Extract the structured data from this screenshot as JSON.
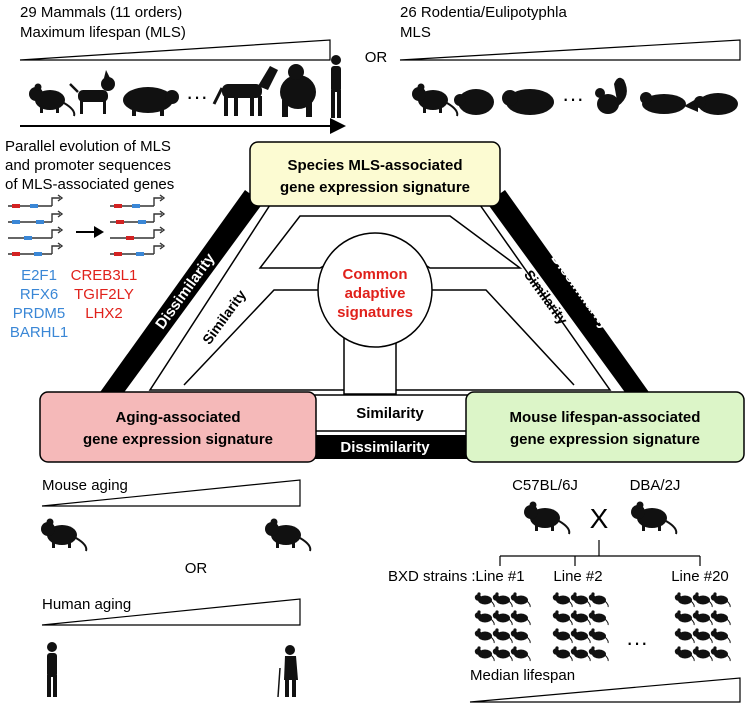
{
  "top_left": {
    "line1": "29 Mammals (11 orders)",
    "line2": "Maximum lifespan (MLS)",
    "ellipsis": "···"
  },
  "or_top": "OR",
  "top_right": {
    "line1": "26 Rodentia/Eulipotyphla",
    "line2": "MLS",
    "ellipsis": "···"
  },
  "parallel": {
    "line1": "Parallel evolution of MLS",
    "line2": "and promoter sequences",
    "line3": "of MLS-associated genes"
  },
  "genes_blue": [
    "E2F1",
    "RFX6",
    "PRDM5",
    "BARHL1"
  ],
  "genes_red": [
    "CREB3L1",
    "TGIF2LY",
    "LHX2"
  ],
  "species_box": {
    "line1": "Species MLS-associated",
    "line2": "gene expression signature"
  },
  "aging_box": {
    "line1": "Aging-associated",
    "line2": "gene expression signature"
  },
  "mouse_box": {
    "line1": "Mouse lifespan-associated",
    "line2": "gene expression signature"
  },
  "center": {
    "line1": "Common",
    "line2": "adaptive",
    "line3": "signatures"
  },
  "labels": {
    "dissimilarity_left": "Dissimilarity",
    "dissimilarity_right": "Dissimilarity",
    "dissimilarity_bottom": "Dissimilarity",
    "similarity_left": "Similarity",
    "similarity_right": "Similarity",
    "similarity_bottom": "Similarity"
  },
  "bottom_left": {
    "mouse_aging": "Mouse aging",
    "or": "OR",
    "human_aging": "Human aging"
  },
  "bottom_right": {
    "strain1": "C57BL/6J",
    "strain2": "DBA/2J",
    "cross": "X",
    "bxd": "BXD strains :",
    "line1": "Line #1",
    "line2": "Line #2",
    "line20": "Line #20",
    "ellipsis": "···",
    "median": "Median lifespan"
  },
  "colors": {
    "species_box": "#fcfbd2",
    "aging_box": "#f5b9b9",
    "mouse_box": "#dcf5c8",
    "common_text": "#e0211b",
    "gene_blue": "#3a87d6",
    "gene_red": "#e0211b"
  }
}
